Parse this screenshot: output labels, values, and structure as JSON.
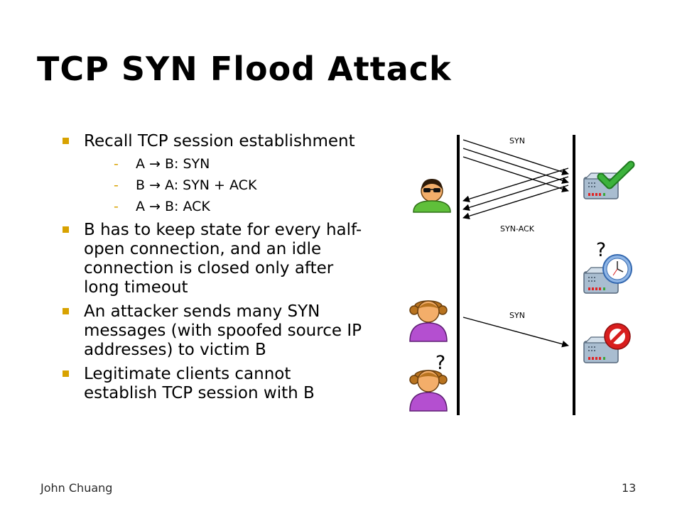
{
  "slide": {
    "title": "TCP SYN Flood Attack",
    "bullets": [
      {
        "text": "Recall TCP session establishment",
        "sub": [
          "A → B: SYN",
          "B → A: SYN + ACK",
          "A → B: ACK"
        ]
      },
      {
        "text": "B has to keep state for every half-open connection, and an idle connection is closed only after long timeout"
      },
      {
        "text": "An attacker sends many SYN messages (with spoofed source IP addresses) to victim B"
      },
      {
        "text": "Legitimate clients cannot establish TCP session with B"
      }
    ],
    "footer_author": "John Chuang",
    "page_number": "13"
  },
  "diagram": {
    "labels": {
      "syn_top": "SYN",
      "syn_ack": "SYN-ACK",
      "syn_bottom": "SYN",
      "question_server": "?",
      "question_client": "?"
    },
    "icons": [
      "attacker-icon",
      "client-icon",
      "client-icon",
      "server-icon",
      "checkmark-icon",
      "clock-icon",
      "no-entry-icon"
    ],
    "colors": {
      "bullet": "#d8a200",
      "person_green": "#5fbf3a",
      "person_purple": "#b44fd0",
      "hair": "#b8731f",
      "check": "#3cb23c",
      "no_entry": "#d81e1e"
    }
  }
}
